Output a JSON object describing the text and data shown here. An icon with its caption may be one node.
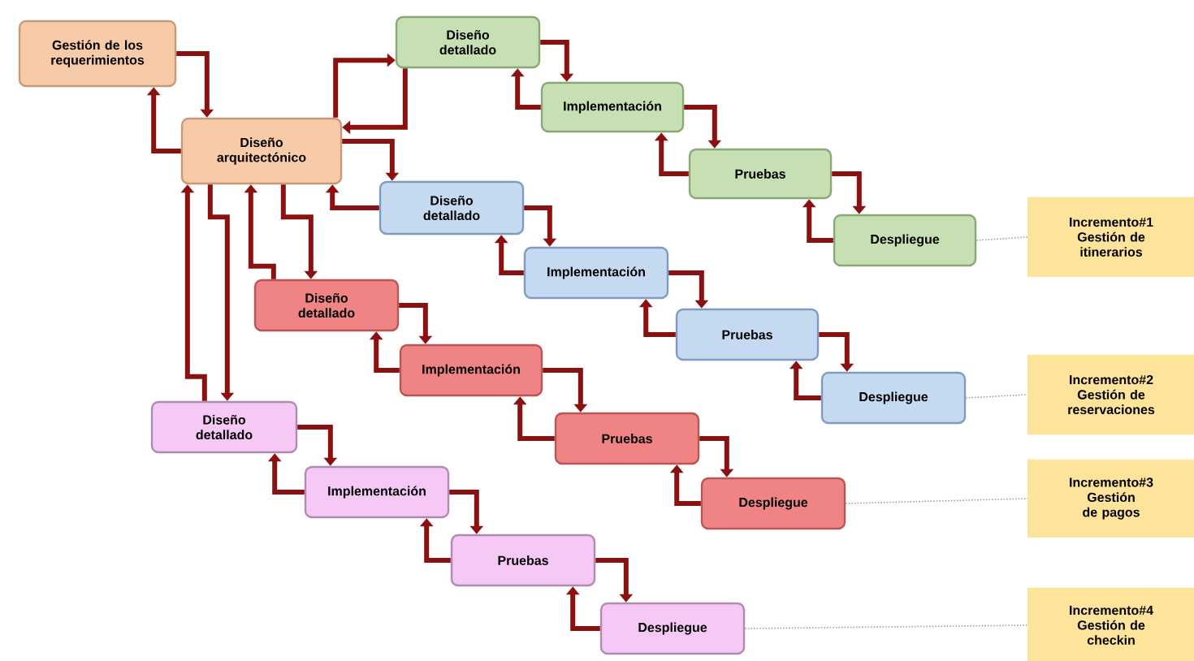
{
  "diagram": {
    "nodes": [
      {
        "text": [
          "Gestión de los requerimientos"
        ]
      },
      {
        "text": [
          "Diseño arquitectónico"
        ]
      },
      {
        "text": [
          "Diseño detallado"
        ]
      },
      {
        "text": [
          "Implementación"
        ]
      },
      {
        "text": [
          "Pruebas"
        ]
      },
      {
        "text": [
          "Despliegue"
        ]
      },
      {
        "text": [
          "Diseño detallado"
        ]
      },
      {
        "text": [
          "Implementación"
        ]
      },
      {
        "text": [
          "Pruebas"
        ]
      },
      {
        "text": [
          "Despliegue"
        ]
      },
      {
        "text": [
          "Diseño detallado"
        ]
      },
      {
        "text": [
          "Implementación"
        ]
      },
      {
        "text": [
          "Pruebas"
        ]
      },
      {
        "text": [
          "Despliegue"
        ]
      },
      {
        "text": [
          "Diseño detallado"
        ]
      },
      {
        "text": [
          "Implementación"
        ]
      },
      {
        "text": [
          "Pruebas"
        ]
      },
      {
        "text": [
          "Despliegue"
        ]
      },
      {
        "text": [
          "Incremento#1",
          "Gestión de itinerarios"
        ]
      },
      {
        "text": [
          "Incremento#2",
          "Gestión de reservaciones"
        ]
      },
      {
        "text": [
          "Incremento#3",
          "Gestión de pagos"
        ]
      },
      {
        "text": [
          "Incremento#4",
          "Gestión de checkin"
        ]
      }
    ],
    "edges": [
      {
        "from": 0,
        "to": 1,
        "arrow": "to"
      },
      {
        "from": 1,
        "to": 0,
        "arrow": "to"
      },
      {
        "from": 1,
        "to": 2,
        "arrow": "to"
      },
      {
        "from": 2,
        "to": 1,
        "arrow": "to"
      },
      {
        "from": 2,
        "to": 3,
        "arrow": "to"
      },
      {
        "from": 3,
        "to": 2,
        "arrow": "to"
      },
      {
        "from": 3,
        "to": 4,
        "arrow": "to"
      },
      {
        "from": 4,
        "to": 3,
        "arrow": "to"
      },
      {
        "from": 4,
        "to": 5,
        "arrow": "to"
      },
      {
        "from": 5,
        "to": 4,
        "arrow": "to"
      },
      {
        "from": 1,
        "to": 6,
        "arrow": "to"
      },
      {
        "from": 6,
        "to": 1,
        "arrow": "to"
      },
      {
        "from": 6,
        "to": 7,
        "arrow": "to"
      },
      {
        "from": 7,
        "to": 6,
        "arrow": "to"
      },
      {
        "from": 7,
        "to": 8,
        "arrow": "to"
      },
      {
        "from": 8,
        "to": 7,
        "arrow": "to"
      },
      {
        "from": 8,
        "to": 9,
        "arrow": "to"
      },
      {
        "from": 9,
        "to": 8,
        "arrow": "to"
      },
      {
        "from": 1,
        "to": 10,
        "arrow": "to"
      },
      {
        "from": 10,
        "to": 1,
        "arrow": "to"
      },
      {
        "from": 10,
        "to": 11,
        "arrow": "to"
      },
      {
        "from": 11,
        "to": 10,
        "arrow": "to"
      },
      {
        "from": 11,
        "to": 12,
        "arrow": "to"
      },
      {
        "from": 12,
        "to": 11,
        "arrow": "to"
      },
      {
        "from": 12,
        "to": 13,
        "arrow": "to"
      },
      {
        "from": 13,
        "to": 12,
        "arrow": "to"
      },
      {
        "from": 1,
        "to": 14,
        "arrow": "to"
      },
      {
        "from": 14,
        "to": 1,
        "arrow": "to"
      },
      {
        "from": 14,
        "to": 15,
        "arrow": "to"
      },
      {
        "from": 15,
        "to": 14,
        "arrow": "to"
      },
      {
        "from": 15,
        "to": 16,
        "arrow": "to"
      },
      {
        "from": 16,
        "to": 15,
        "arrow": "to"
      },
      {
        "from": 16,
        "to": 17,
        "arrow": "to"
      },
      {
        "from": 17,
        "to": 16,
        "arrow": "to"
      },
      {
        "from": 5,
        "to": 18,
        "arrow": "none",
        "style": "dashed",
        "color": "#a0a0a0"
      },
      {
        "from": 9,
        "to": 19,
        "arrow": "none",
        "style": "dashed",
        "color": "#a0a0a0"
      },
      {
        "from": 13,
        "to": 20,
        "arrow": "none",
        "style": "dashed",
        "color": "#a0a0a0"
      },
      {
        "from": 17,
        "to": 21,
        "arrow": "none",
        "style": "dashed",
        "color": "#a0a0a0"
      }
    ]
  }
}
